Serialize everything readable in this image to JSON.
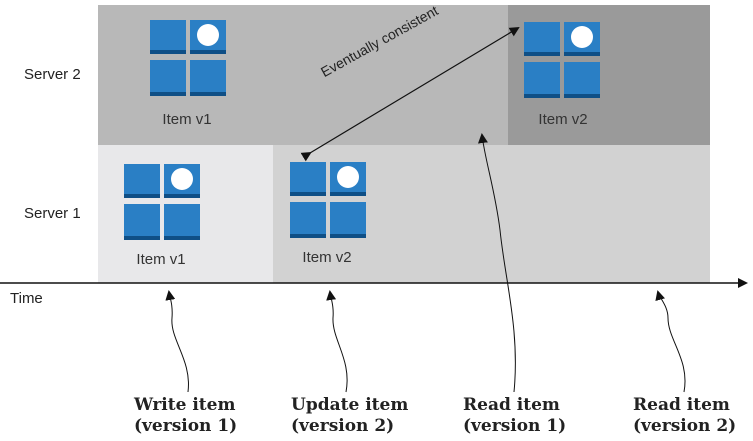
{
  "rows": {
    "server2": "Server 2",
    "server1": "Server 1",
    "time": "Time"
  },
  "items": {
    "s2_v1": "Item v1",
    "s2_v2": "Item v2",
    "s1_v1": "Item v1",
    "s1_v2": "Item v2"
  },
  "replication_label": "Eventually consistent",
  "actions": [
    {
      "line1": "Write item",
      "line2": "(version 1)"
    },
    {
      "line1": "Update item",
      "line2": "(version 2)"
    },
    {
      "line1": "Read item",
      "line2": "(version 1)"
    },
    {
      "line1": "Read item",
      "line2": "(version 2)"
    }
  ],
  "colors": {
    "server2_band": "#b8b8b8",
    "server2_band_v2": "#9a9a9a",
    "server1_band_v1": "#e8e8ea",
    "server1_band_v2": "#d2d2d2",
    "icon_blue": "#2a7fc5",
    "icon_dark": "#0f4f86"
  }
}
